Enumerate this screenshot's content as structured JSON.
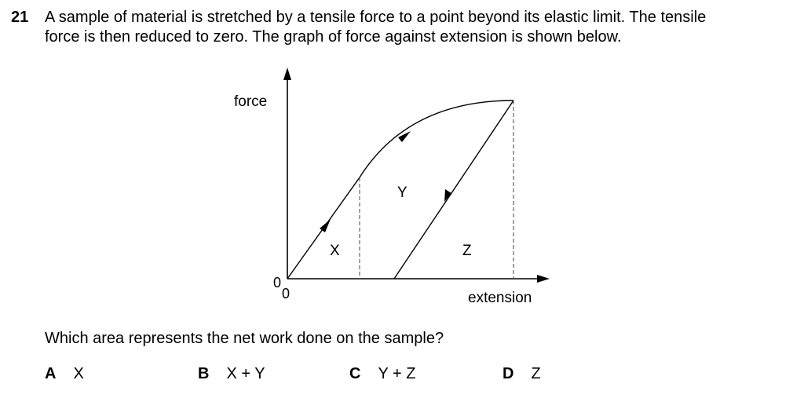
{
  "question": {
    "number": "21",
    "line1": "A sample of material is stretched by a tensile force to a point beyond its elastic limit. The tensile",
    "line2": "force is then reduced to zero. The graph of force against extension is shown below."
  },
  "diagram": {
    "y_axis_label": "force",
    "x_axis_label": "extension",
    "origin_y_label": "0",
    "origin_x_label": "0",
    "region_x": "X",
    "region_y": "Y",
    "region_z": "Z"
  },
  "prompt": "Which area represents the net work done on the sample?",
  "options": [
    {
      "letter": "A",
      "text": "X"
    },
    {
      "letter": "B",
      "text": "X + Y"
    },
    {
      "letter": "C",
      "text": "Y + Z"
    },
    {
      "letter": "D",
      "text": "Z"
    }
  ]
}
